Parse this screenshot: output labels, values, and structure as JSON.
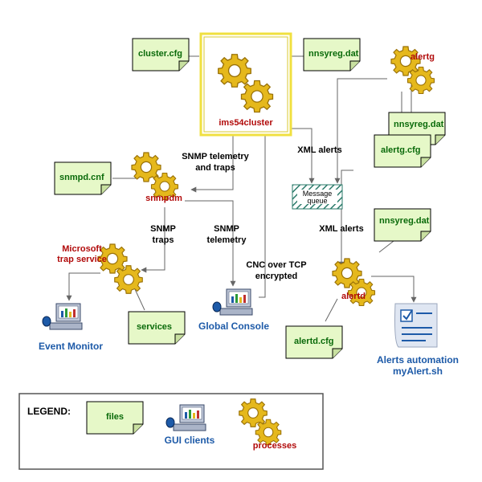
{
  "files": {
    "cluster_cfg": "cluster.cfg",
    "nnsyreg_top": "nnsyreg.dat",
    "snmpd_cnf": "snmpd.cnf",
    "nnsyreg_alertg": "nnsyreg.dat",
    "alertg_cfg": "alertg.cfg",
    "nnsyreg_alertd": "nnsyreg.dat",
    "alertd_cfg": "alertd.cfg",
    "services": "services"
  },
  "processes": {
    "ims54cluster": "ims54cluster",
    "alertg": "alertg",
    "snmpdm": "snmpdm",
    "ms_line1": "Microsoft",
    "ms_line2": "trap service",
    "alertd": "alertd"
  },
  "gui": {
    "event_monitor": "Event Monitor",
    "global_console": "Global Console"
  },
  "edges": {
    "snmp_tel_traps_1": "SNMP telemetry",
    "snmp_tel_traps_2": "and traps",
    "xml_alerts_top": "XML alerts",
    "message_queue_1": "Message",
    "message_queue_2": "queue",
    "xml_alerts_mid": "XML alerts",
    "snmp_traps_1": "SNMP",
    "snmp_traps_2": "traps",
    "snmp_telemetry_1": "SNMP",
    "snmp_telemetry_2": "telemetry",
    "cnc_1": "CNC over TCP",
    "cnc_2": "encrypted"
  },
  "automation": {
    "line1": "Alerts automation",
    "line2": "myAlert.sh"
  },
  "legend": {
    "title": "LEGEND:",
    "files": "files",
    "gui_clients": "GUI clients",
    "processes": "processes"
  },
  "colors": {
    "file_fill": "#e6f8c8",
    "file_text": "#0a6a0a",
    "process_text": "#b10a0a",
    "gui_text": "#1d5aa8",
    "gear_fill": "#e5b81c",
    "highlight_border": "#f0e040"
  }
}
